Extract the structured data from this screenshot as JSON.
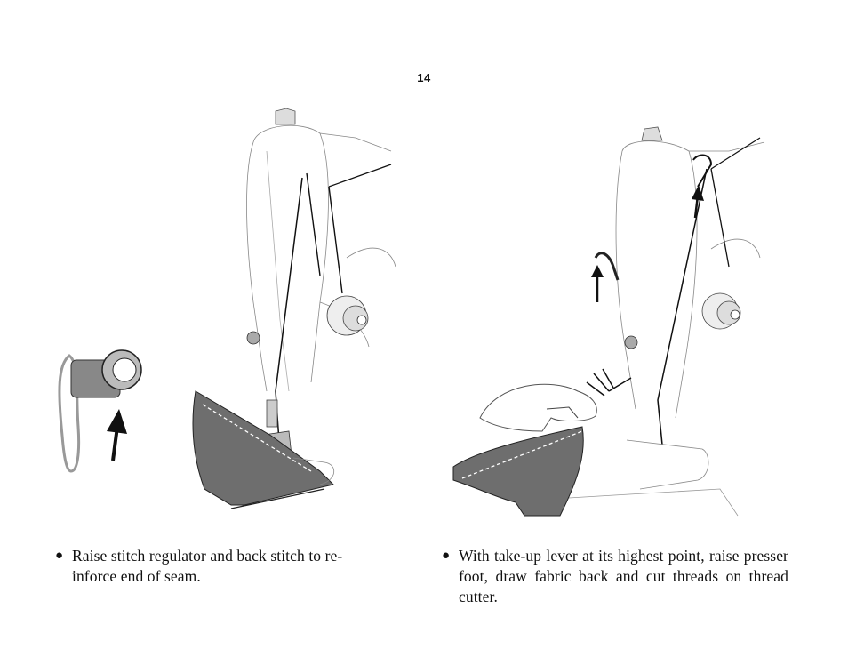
{
  "page": {
    "number": "14"
  },
  "left_panel": {
    "caption_line1": "Raise stitch regulator and back stitch to re-",
    "caption_line2": "inforce end of seam.",
    "bullet": "●"
  },
  "right_panel": {
    "caption": "With take-up lever at its highest point, raise presser foot, draw fabric back and cut threads on thread cutter.",
    "bullet": "●"
  },
  "icons": {
    "left_arrow": "up-arrow-icon",
    "right_arrows": "up-arrow-icon"
  },
  "colors": {
    "ink": "#111111",
    "fabric": "#6e6e6e",
    "outline": "#777777"
  }
}
